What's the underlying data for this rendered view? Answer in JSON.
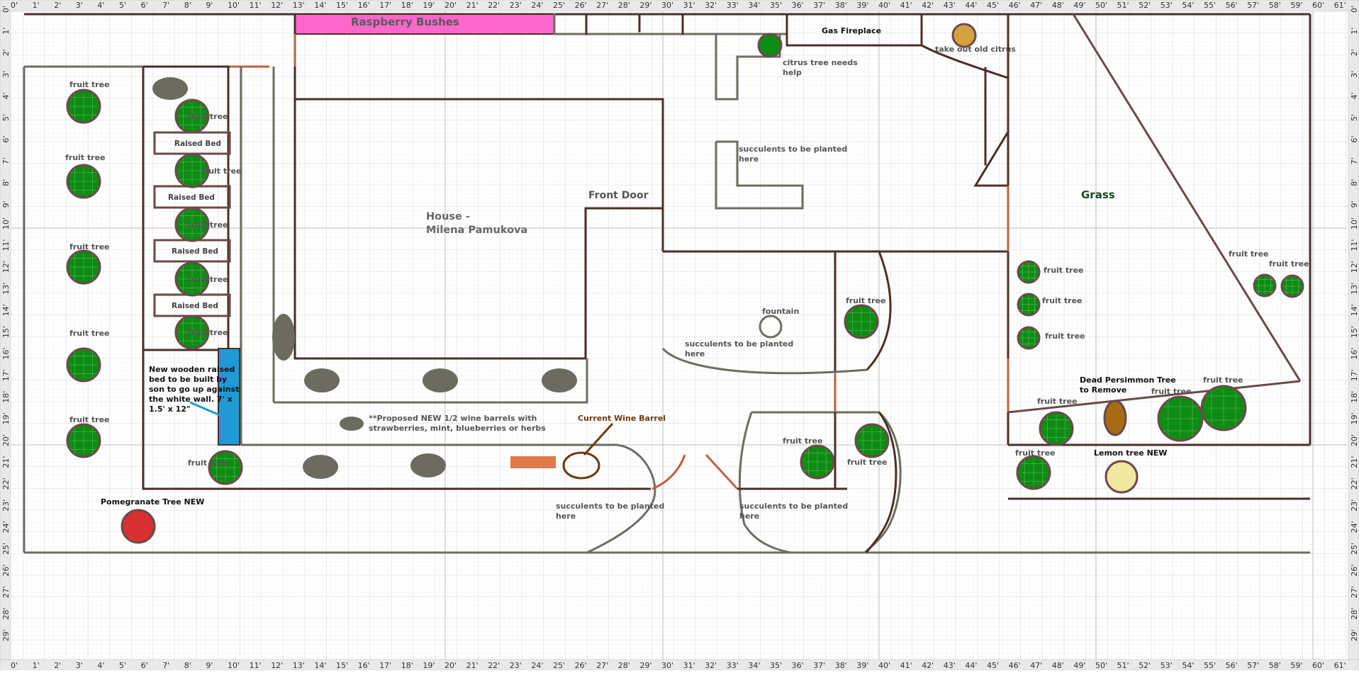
{
  "ruler": {
    "top_ticks": [
      "0'",
      "1'",
      "2'",
      "3'",
      "4'",
      "5'",
      "6'",
      "7'",
      "8'",
      "9'",
      "10'",
      "11'",
      "12'",
      "13'",
      "14'",
      "15'",
      "16'",
      "17'",
      "18'",
      "19'",
      "20'",
      "21'",
      "22'",
      "23'",
      "24'",
      "25'",
      "26'",
      "27'",
      "28'",
      "29'",
      "30'",
      "31'",
      "32'",
      "33'",
      "34'",
      "35'",
      "36'",
      "37'",
      "38'",
      "39'",
      "40'",
      "41'",
      "42'",
      "43'",
      "44'",
      "45'",
      "46'",
      "47'",
      "48'",
      "49'",
      "50'",
      "51'",
      "52'",
      "53'",
      "54'",
      "55'",
      "56'",
      "57'",
      "58'",
      "59'",
      "60'",
      "61'"
    ],
    "side_ticks": [
      "0'",
      "1'",
      "2'",
      "3'",
      "4'",
      "5'",
      "6'",
      "7'",
      "8'",
      "9'",
      "10'",
      "11'",
      "12'",
      "13'",
      "14'",
      "15'",
      "16'",
      "17'",
      "18'",
      "19'",
      "20'",
      "21'",
      "22'",
      "23'",
      "24'",
      "25'",
      "26'",
      "27'",
      "28'",
      "29'"
    ]
  },
  "labels": {
    "raspberry": "Raspberry Bushes",
    "gas_fireplace": "Gas Fireplace",
    "take_out_citrus": "take out old citrus",
    "citrus_help_1": "citrus tree needs",
    "citrus_help_2": "help",
    "succ1_1": "succulents to be planted",
    "succ1_2": "here",
    "house_1": "House -",
    "house_2": "Milena Pamukova",
    "front_door": "Front Door",
    "grass": "Grass",
    "fountain": "fountain",
    "succ2_1": "succulents to be planted",
    "succ2_2": "here",
    "succ3_1": "succulents to be planted",
    "succ3_2": "here",
    "succ4_1": "succulents to be planted",
    "succ4_2": "here",
    "current_wine_barrel": "Current Wine Barrel",
    "proposed_1": "**Proposed NEW 1/2 wine barrels with",
    "proposed_2": "strawberries, mint, blueberries or herbs",
    "new_bed_1": "New wooden raised",
    "new_bed_2": "bed to be built by",
    "new_bed_3": "son to go up against",
    "new_bed_4": "the white wall. 7' x",
    "new_bed_5": "1.5' x 12\"",
    "pomegranate": "Pomegranate Tree NEW",
    "dead_persimmon_1": "Dead Persimmon Tree",
    "dead_persimmon_2": "to Remove",
    "lemon": "Lemon tree NEW",
    "raised_bed": "Raised Bed",
    "fruit_tree": "fruit tree",
    "fruit_tree_2": "fruit  tree"
  },
  "colors": {
    "tree_fill": "#0f8c14",
    "tree_stroke": "#6b4a4a",
    "wall_dark": "#4a3028",
    "wall_gray": "#6b6e63",
    "rust": "#c06040",
    "raspberry": "#ff66cc",
    "water_bed": "#1f9ad6",
    "barrel_gray": "#6b6b60",
    "pomegranate": "#d63030",
    "lemon": "#f2e6a0",
    "persimmon": "#a86a14",
    "citrus_old": "#d4a040",
    "orange_bar": "#e07848"
  }
}
